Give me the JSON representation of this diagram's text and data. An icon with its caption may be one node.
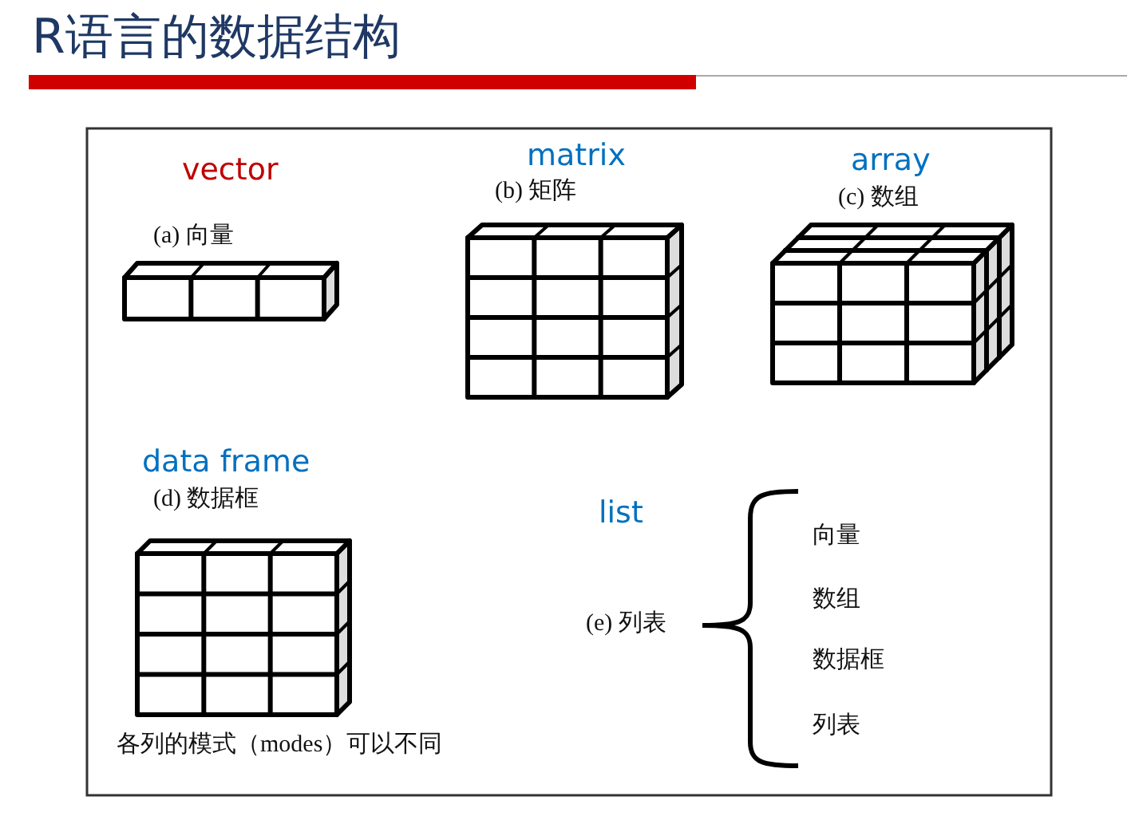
{
  "diagram": {
    "title": "R语言的数据结构",
    "labels": [
      "matrix",
      "array",
      "vector",
      "(b) 矩阵",
      "(c) 数组",
      "(a) 向量",
      "data frame",
      "(d) 数据框",
      "list",
      "向量",
      "数组",
      "(e) 列表",
      "数据框",
      "列表",
      "各列的模式（modes）可以不同"
    ]
  }
}
